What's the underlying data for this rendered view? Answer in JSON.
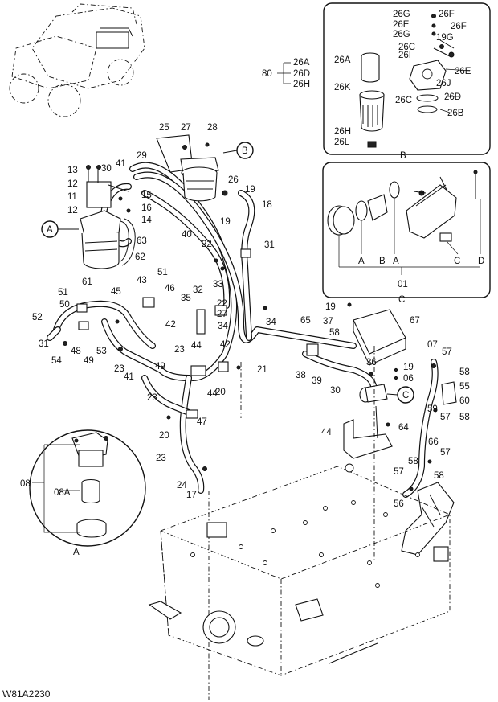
{
  "drawing": {
    "code": "W81A2230",
    "callout_circles": [
      "A",
      "B",
      "C"
    ],
    "detail_captions": [
      "A",
      "B",
      "C"
    ],
    "group_80": {
      "number": "80",
      "items": [
        "26A",
        "26D",
        "26H"
      ]
    },
    "detail_b_labels": [
      "26G",
      "26F",
      "26E",
      "26G",
      "19G",
      "26F",
      "26A",
      "26C",
      "26I",
      "26E",
      "26J",
      "26K",
      "26C",
      "26D",
      "26B",
      "26H",
      "26L"
    ],
    "detail_c_labels": [
      "A",
      "B",
      "A",
      "C",
      "D",
      "01"
    ],
    "detail_a_labels": [
      "08",
      "08A"
    ],
    "main_labels": [
      "25",
      "27",
      "28",
      "29",
      "13",
      "30",
      "41",
      "12",
      "15",
      "11",
      "16",
      "12",
      "14",
      "26",
      "19",
      "18",
      "19",
      "63",
      "62",
      "61",
      "40",
      "22",
      "31",
      "33",
      "51",
      "46",
      "43",
      "32",
      "35",
      "34",
      "51",
      "50",
      "45",
      "52",
      "42",
      "22",
      "27",
      "34",
      "31",
      "48",
      "53",
      "54",
      "49",
      "23",
      "41",
      "44",
      "42",
      "23",
      "49",
      "44",
      "20",
      "21",
      "23",
      "47",
      "20",
      "23",
      "24",
      "17",
      "19",
      "67",
      "65",
      "37",
      "58",
      "38",
      "39",
      "36",
      "30",
      "19",
      "06",
      "07",
      "57",
      "58",
      "55",
      "60",
      "59",
      "57",
      "58",
      "44",
      "64",
      "66",
      "57",
      "58",
      "57",
      "58",
      "56"
    ]
  }
}
